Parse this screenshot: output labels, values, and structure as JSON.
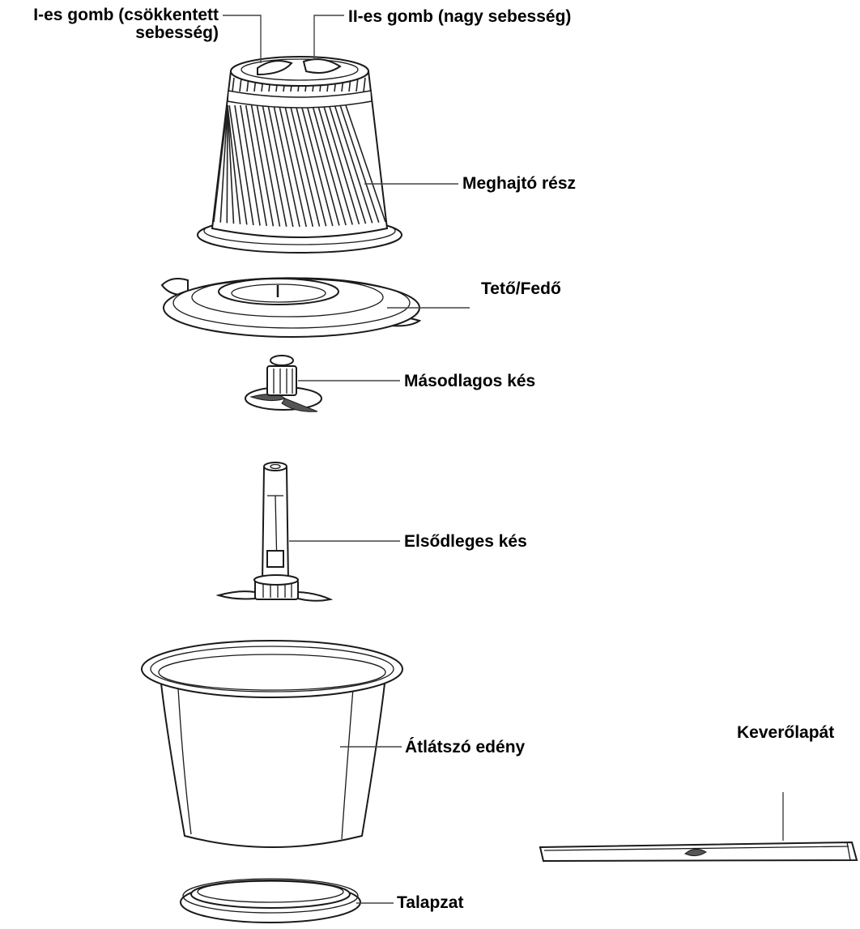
{
  "labels": {
    "button_1_line1": "I-es gomb (csökkentett",
    "button_1_line2": "sebesség)",
    "button_2": "II-es gomb (nagy sebesség)",
    "motor_unit": "Meghajtó rész",
    "lid": "Tető/Fedő",
    "secondary_blade": "Másodlagos kés",
    "primary_blade": "Elsődleges kés",
    "transparent_bowl": "Átlátszó edény",
    "mixing_paddle": "Keverőlapát",
    "base": "Talapzat"
  },
  "colors": {
    "stroke": "#1a1a1a",
    "leader": "#444444",
    "text": "#000000",
    "background": "#ffffff"
  }
}
